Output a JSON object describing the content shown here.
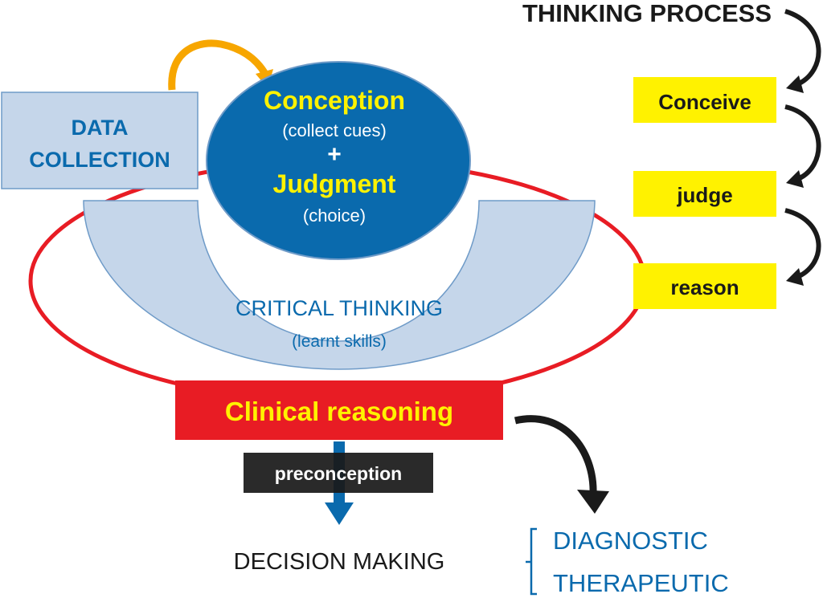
{
  "colors": {
    "blue": "#0a6aad",
    "light_blue": "#c5d6ea",
    "red": "#e81c24",
    "yellow": "#fff200",
    "black": "#1a1a1a",
    "orange": "#f7a600"
  },
  "thinking_process": {
    "title": "THINKING PROCESS",
    "steps": [
      "Conceive",
      "judge",
      "reason"
    ]
  },
  "data_collection": {
    "line1": "DATA",
    "line2": "COLLECTION"
  },
  "core": {
    "conception": "Conception",
    "conception_sub": "(collect cues)",
    "plus": "+",
    "judgment": "Judgment",
    "judgment_sub": "(choice)"
  },
  "critical_thinking": {
    "title": "CRITICAL THINKING",
    "sub": "(learnt skills)"
  },
  "clinical_reasoning": "Clinical reasoning",
  "preconception": "preconception",
  "decision_making": "DECISION MAKING",
  "outcomes": [
    "DIAGNOSTIC",
    "THERAPEUTIC"
  ]
}
